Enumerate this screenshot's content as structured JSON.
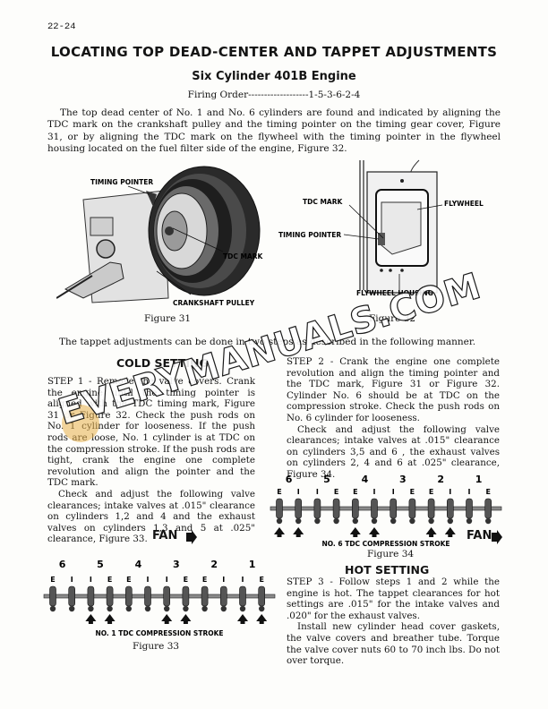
{
  "page_number": "22-24",
  "title": "LOCATING TOP DEAD-CENTER AND TAPPET ADJUSTMENTS",
  "subtitle": "Six Cylinder 401B Engine",
  "firing_order": "Firing Order-------------------1-5-3-6-2-4",
  "intro_paragraph": "The top dead center of No. 1 and No. 6 cylinders are found and indicated by aligning the TDC mark on the crankshaft pulley and the timing pointer on the timing gear cover, Figure 31, or by aligning the TDC mark on the flywheel with the timing pointer in the flywheel housing located on the fuel filter side of the engine, Figure 32.",
  "figure31": {
    "caption": "Figure 31",
    "labels": {
      "timing_pointer": "TIMING POINTER",
      "tdc_mark": "TDC MARK",
      "crankshaft_pulley": "CRANKSHAFT PULLEY"
    }
  },
  "figure32": {
    "caption": "Figure 32",
    "labels": {
      "tdc_mark": "TDC MARK",
      "flywheel": "FLYWHEEL",
      "timing_pointer": "TIMING POINTER",
      "flywheel_housing": "FLYWHEEL HOUSING"
    }
  },
  "tappet_intro": "The tappet adjustments can be done in two steps as described in the following manner.",
  "cold_setting": {
    "heading": "COLD SETTING",
    "step1": "STEP 1 - Remove the valve covers. Crank the engine until the timing pointer is aligned with the TDC timing mark, Figure 31 or Figure 32. Check the push rods on No. 1 cylinder for looseness. If the push rods are loose, No. 1 cylinder is at TDC on the compression stroke. If the push rods are tight, crank the engine one complete revolution and align the pointer and the TDC mark.",
    "step1_adjust": "Check and adjust the following valve clearances; intake valves at .015\" clearance on cylinders 1,2 and 4 and the exhaust valves on cylinders 1,3 and 5 at .025\" clearance, Figure 33.",
    "step2": "STEP 2 - Crank the engine one complete revolution and align the timing pointer and the TDC mark, Figure 31 or Figure 32. Cylinder No. 6 should be at TDC on the compression stroke. Check the push rods on No. 6 cylinder for looseness.",
    "step2_adjust": "Check and adjust the following valve clearances; intake valves at .015\" clearance on cylinders 3,5 and 6 , the exhaust valves on cylinders 2, 4 and 6 at .025\" clearance, Figure 34."
  },
  "figure34": {
    "caption": "Figure 34",
    "cylinders": [
      "6",
      "5",
      "4",
      "3",
      "2",
      "1"
    ],
    "valves": [
      "E",
      "I",
      "I",
      "E",
      "E",
      "I",
      "I",
      "E",
      "E",
      "I",
      "I",
      "E"
    ],
    "arrow_valves": [
      1,
      2,
      5,
      6,
      9,
      10
    ],
    "stroke_label": "NO. 6 TDC COMPRESSION STROKE",
    "fan_label": "FAN"
  },
  "figure33": {
    "caption": "Figure 33",
    "cylinders": [
      "6",
      "5",
      "4",
      "3",
      "2",
      "1"
    ],
    "valves": [
      "E",
      "I",
      "I",
      "E",
      "E",
      "I",
      "I",
      "E",
      "E",
      "I",
      "I",
      "E"
    ],
    "arrow_valves": [
      3,
      4,
      7,
      8,
      11,
      12
    ],
    "stroke_label": "NO. 1 TDC COMPRESSION STROKE",
    "fan_label": "FAN"
  },
  "hot_setting": {
    "heading": "HOT SETTING",
    "step3": "STEP 3 - Follow steps 1 and 2 while the engine is hot. The tappet clearances for hot settings are .015\" for the intake valves and .020\" for the exhaust valves.",
    "final": "Install new cylinder head cover gaskets, the valve covers and breather tube. Torque the valve cover nuts 60 to 70 inch lbs. Do not over torque."
  },
  "watermark": "EVERYMANUALS.COM"
}
